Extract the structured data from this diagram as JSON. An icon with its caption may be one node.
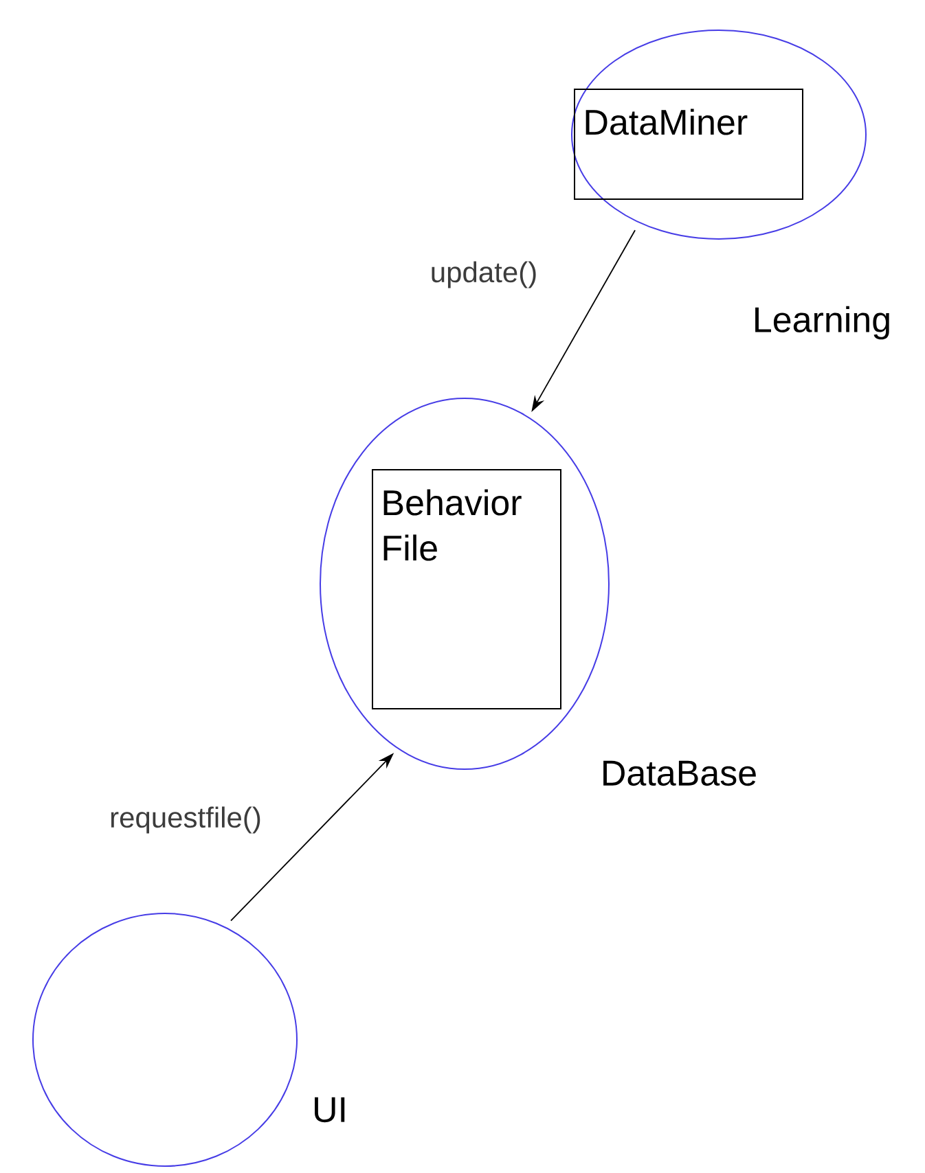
{
  "diagram": {
    "nodes": [
      {
        "text": [
          "Learning"
        ]
      },
      {
        "text": [
          "DataMiner"
        ],
        "in": 0
      },
      {
        "text": [
          "DataBase"
        ]
      },
      {
        "text": [
          "Behavior File"
        ],
        "in": 2
      },
      {
        "text": [
          "UI"
        ]
      }
    ],
    "edges": [
      {
        "from": 0,
        "to": 2,
        "arrow": "to",
        "label": "update()"
      },
      {
        "from": 4,
        "to": 2,
        "arrow": "to",
        "label": "requestfile()"
      }
    ]
  }
}
